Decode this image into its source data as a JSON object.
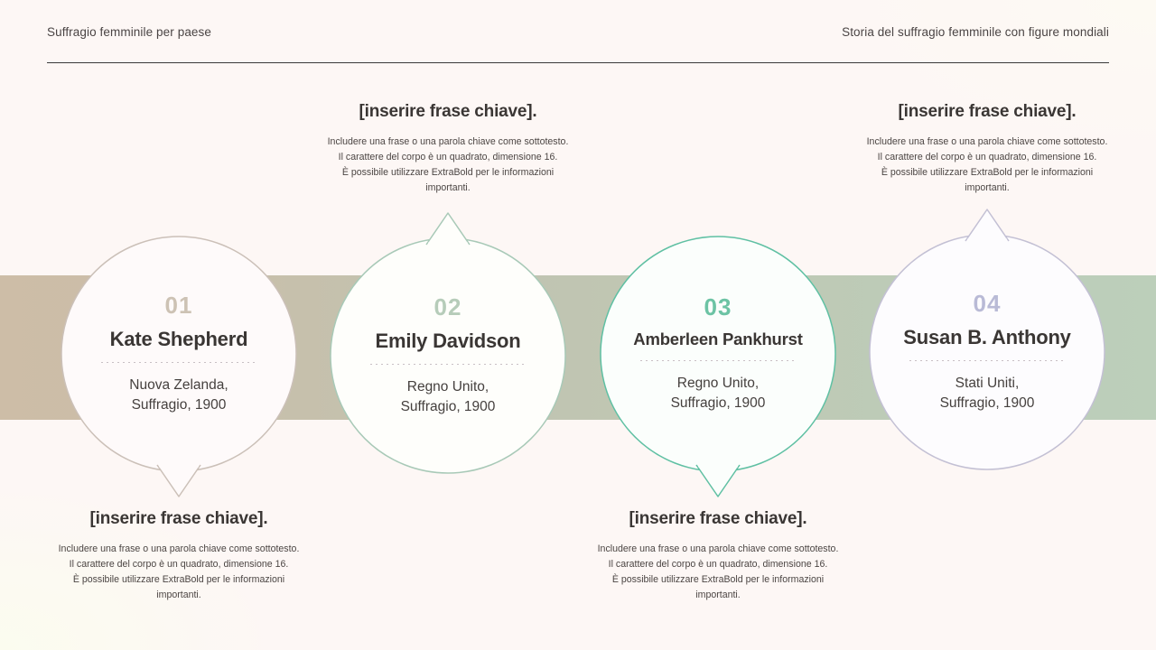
{
  "header": {
    "left_title": "Suffragio femminile per paese",
    "right_title": "Storia del suffragio femminile con figure mondiali"
  },
  "palette": {
    "background": "#fdf7f5",
    "band_start": "#cdbda7",
    "band_end": "#bccfba",
    "text_dark": "#3a3634",
    "text_body": "#45403e",
    "divider": "#c8bfc4"
  },
  "nodes": [
    {
      "number": "01",
      "number_color": "#cdc2b4",
      "ring_color": "#cbc0b8",
      "name": "Kate Shepherd",
      "description_line1": "Nuova Zelanda,",
      "description_line2": "Suffragio, 1900",
      "pointer": "down"
    },
    {
      "number": "02",
      "number_color": "#b6ccb9",
      "ring_color": "#a8c9b7",
      "name": "Emily Davidson",
      "description_line1": "Regno Unito,",
      "description_line2": "Suffragio, 1900",
      "pointer": "up"
    },
    {
      "number": "03",
      "number_color": "#6cc3a4",
      "ring_color": "#5fc0a3",
      "name": "Amberleen Pankhurst",
      "description_line1": "Regno Unito,",
      "description_line2": "Suffragio, 1900",
      "pointer": "down"
    },
    {
      "number": "04",
      "number_color": "#b9bad6",
      "ring_color": "#c3c0d4",
      "name": "Susan B. Anthony",
      "description_line1": "Stati Uniti,",
      "description_line2": "Suffragio, 1900",
      "pointer": "up"
    }
  ],
  "captions": [
    {
      "position": "bottom-left",
      "title": "[inserire frase chiave].",
      "body_line1": "Includere una frase o una parola chiave come sottotesto.",
      "body_line2": "Il carattere del corpo è un quadrato, dimensione 16.",
      "body_line3": "È possibile utilizzare ExtraBold per le informazioni",
      "body_line4": "importanti."
    },
    {
      "position": "top-second",
      "title": "[inserire frase chiave].",
      "body_line1": "Includere una frase o una parola chiave come sottotesto.",
      "body_line2": "Il carattere del corpo è un quadrato, dimensione 16.",
      "body_line3": "È possibile utilizzare ExtraBold per le informazioni",
      "body_line4": "importanti."
    },
    {
      "position": "bottom-third",
      "title": "[inserire frase chiave].",
      "body_line1": "Includere una frase o una parola chiave come sottotesto.",
      "body_line2": "Il carattere del corpo è un quadrato, dimensione 16.",
      "body_line3": "È possibile utilizzare ExtraBold per le informazioni",
      "body_line4": "importanti."
    },
    {
      "position": "top-fourth",
      "title": "[inserire frase chiave].",
      "body_line1": "Includere una frase o una parola chiave come sottotesto.",
      "body_line2": "Il carattere del corpo è un quadrato, dimensione 16.",
      "body_line3": "È possibile utilizzare ExtraBold per le informazioni",
      "body_line4": "importanti."
    }
  ]
}
